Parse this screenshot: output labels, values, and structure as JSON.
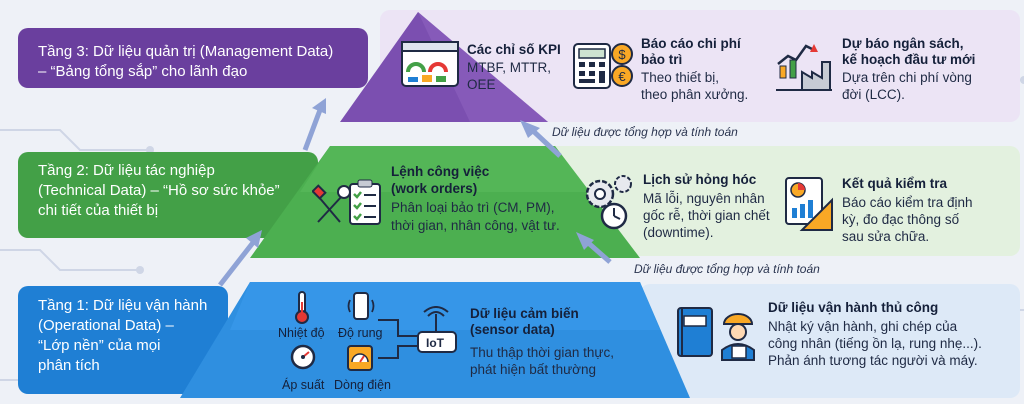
{
  "tiers": [
    {
      "label_line1": "Tầng 3: Dữ liệu quản trị (Management Data)",
      "label_line2": "– “Bảng tổng sắp” cho lãnh đạo",
      "items": [
        {
          "title": "Các chỉ số KPI",
          "text_line1": "MTBF, MTTR,",
          "text_line2": "OEE",
          "icon": "dashboard-icon"
        },
        {
          "title_line1": "Báo cáo chi phí",
          "title_line2": "bảo trì",
          "text_line1": "Theo thiết bị,",
          "text_line2": "theo phân xưởng.",
          "icon": "calculator-coins-icon"
        },
        {
          "title_line1": "Dự báo ngân sách,",
          "title_line2": "kế hoạch đầu tư mới",
          "text_line1": "Dựa trên chi phí vòng",
          "text_line2": "đời (LCC).",
          "icon": "factory-forecast-icon"
        }
      ]
    },
    {
      "label_line1": "Tầng 2: Dữ liệu tác nghiệp",
      "label_line2": "(Technical Data) – “Hồ sơ sức khỏe”",
      "label_line3": "chi tiết của thiết bị",
      "items": [
        {
          "title_line1": "Lệnh công việc",
          "title_line2": "(work orders)",
          "text_line1": "Phân loại bảo trì (CM, PM),",
          "text_line2": "thời gian, nhân công, vật tư.",
          "icon": "tools-checklist-icon"
        },
        {
          "title": "Lịch sử hỏng hóc",
          "text_line1": "Mã lỗi, nguyên nhân",
          "text_line2": "gốc rễ, thời gian chết",
          "text_line3": "(downtime).",
          "icon": "gears-clock-icon"
        },
        {
          "title": "Kết quả kiểm tra",
          "text_line1": "Báo cáo kiểm tra định",
          "text_line2": "kỳ, đo đạc thông số",
          "text_line3": "sau sửa chữa.",
          "icon": "report-ruler-icon"
        }
      ]
    },
    {
      "label_line1": "Tầng 1: Dữ liệu vận hành",
      "label_line2": "(Operational Data) –",
      "label_line3": "“Lớp nền” của mọi",
      "label_line4": "phân tích",
      "sensors": [
        "Nhiệt độ",
        "Độ rung",
        "Áp suất",
        "Dòng điện"
      ],
      "iot_label": "IoT",
      "items": [
        {
          "title_line1": "Dữ liệu cảm biến",
          "title_line2": "(sensor data)",
          "text_line1": "Thu thập thời gian thực,",
          "text_line2": "phát hiện bất thường",
          "icon": "iot-router-icon"
        },
        {
          "title": "Dữ liệu vận hành thủ công",
          "text_line1": "Nhật ký vận hành, ghi chép của",
          "text_line2": "công nhân (tiếng ồn lạ, rung nhẹ...).",
          "text_line3": "Phản ánh tương tác người và máy.",
          "icon": "logbook-worker-icon"
        }
      ]
    }
  ],
  "notes": {
    "upper": "Dữ liệu được tổng hợp và tính toán",
    "lower": "Dữ liệu được tổng hợp và tính toán"
  },
  "colors": {
    "tier3": "#6a3f9e",
    "tier2": "#43a047",
    "tier1": "#1f7fd4",
    "tier3_light": "#e9def3",
    "tier2_light": "#dff0da",
    "tier1_light": "#dbe9f8",
    "arrow": "#8fa3d6"
  }
}
